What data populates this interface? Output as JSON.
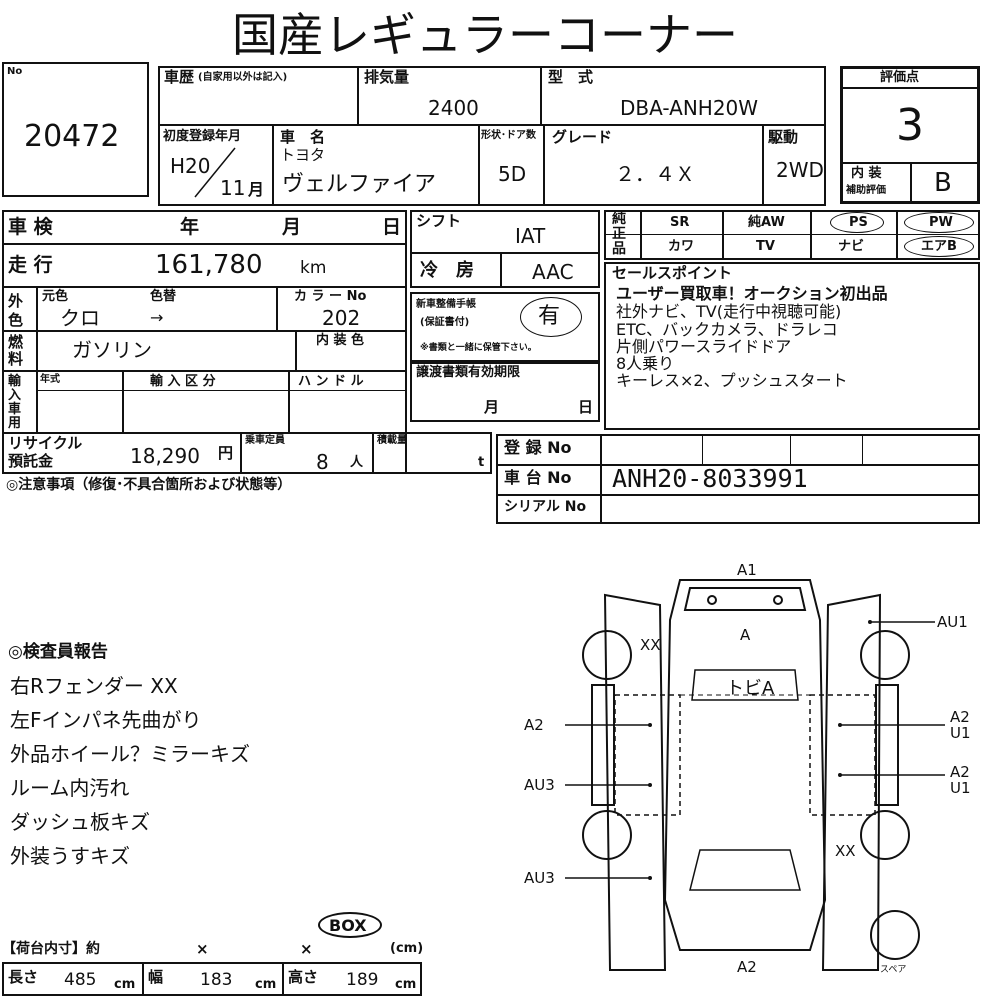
{
  "title": "国産レギュラーコーナー",
  "no_label": "No",
  "lot_number": "20472",
  "history_label": "車歴",
  "history_note": "(自家用以外は記入)",
  "displacement_label": "排気量",
  "displacement": "2400",
  "model_label": "型　式",
  "model": "DBA-ANH20W",
  "grade_label_eval": "評価点",
  "eval_score": "3",
  "interior_label1": "内 装",
  "interior_label2": "補助評価",
  "interior_score": "B",
  "first_reg_label": "初度登録年月",
  "first_reg_year": "H20",
  "first_reg_month": "11",
  "month_unit": "月",
  "car_name_label": "車　名",
  "maker": "トヨタ",
  "car_name": "ヴェルファイア",
  "doors_label": "形状･ドア数",
  "doors": "5D",
  "grade_label": "グレード",
  "grade": "２．４Ｘ",
  "drive_label": "駆動",
  "drive": "2WD",
  "inspection_label": "車 検",
  "year_unit": "年",
  "month_unit2": "月",
  "day_unit": "日",
  "shift_label": "シフト",
  "shift": "IAT",
  "mileage_label": "走 行",
  "mileage": "161,780",
  "km_unit": "km",
  "ac_label": "冷　房",
  "ac": "AAC",
  "exterior_label": "外色",
  "original_color_label": "元色",
  "color_change_label": "色替",
  "color": "クロ",
  "arrow": "→",
  "color_no_label": "カ ラ ー No",
  "color_no": "202",
  "fuel_label": "燃料",
  "fuel": "ガソリン",
  "interior_color_label": "内 装 色",
  "maintenance_label1": "新車整備手帳",
  "maintenance_label2": "(保証書付)",
  "maintenance_value": "有",
  "maintenance_note": "※書類と一緒に保管下さい。",
  "import_label": "輸入車用",
  "year_type_label": "年式",
  "import_class_label": "輸 入 区 分",
  "handle_label": "ハ ン ド ル",
  "transfer_label": "譲渡書類有効期限",
  "recycle_label1": "リサイクル",
  "recycle_label2": "預託金",
  "recycle": "18,290",
  "yen_unit": "円",
  "capacity_label": "乗車定員",
  "capacity": "8",
  "person_unit": "人",
  "load_label": "積載量",
  "ton_unit": "t",
  "caution_label": "◎注意事項（修復･不具合箇所および状態等）",
  "reg_no_label": "登 録 No",
  "chassis_label": "車 台 No",
  "chassis_no": "ANH20-8033991",
  "serial_label": "シリアル No",
  "equipment": {
    "side_label": "純正品",
    "row1": [
      "SR",
      "純AW",
      "PS",
      "PW"
    ],
    "row2": [
      "カワ",
      "TV",
      "ナビ",
      "エアB"
    ]
  },
  "sales_label": "セールスポイント",
  "sales_points": [
    "ユーザー買取車！オークション初出品",
    "社外ナビ、TV(走行中視聴可能)",
    "ETC、バックカメラ、ドラレコ",
    "片側パワースライドドア",
    "8人乗り",
    "キーレス×2、プッシュスタート"
  ],
  "inspector_label": "◎検査員報告",
  "inspector_report": [
    "右Rフェンダー XX",
    "左Fインパネ先曲がり",
    "外品ホイール？ミラーキズ",
    "ルーム内汚れ",
    "ダッシュ板キズ",
    "外装うすキズ"
  ],
  "box_label": "BOX",
  "cargo_label": "【荷台内寸】約",
  "times": "×",
  "cm_paren": "(cm)",
  "length_label": "長さ",
  "length": "485",
  "width_label": "幅",
  "width": "183",
  "height_label": "高さ",
  "height": "189",
  "cm": "cm",
  "diagram": {
    "front": "A1",
    "hood": "A",
    "roof": "トビA",
    "rear": "A2",
    "left_front": "XX",
    "right_front_fender": "AU1",
    "left_door1": "A2",
    "right_door1_a": "A2",
    "right_door1_b": "U1",
    "left_door2": "AU3",
    "right_door2_a": "A2",
    "right_door2_b": "U1",
    "left_rear": "AU3",
    "right_rear": "XX",
    "spare": "スペア"
  }
}
